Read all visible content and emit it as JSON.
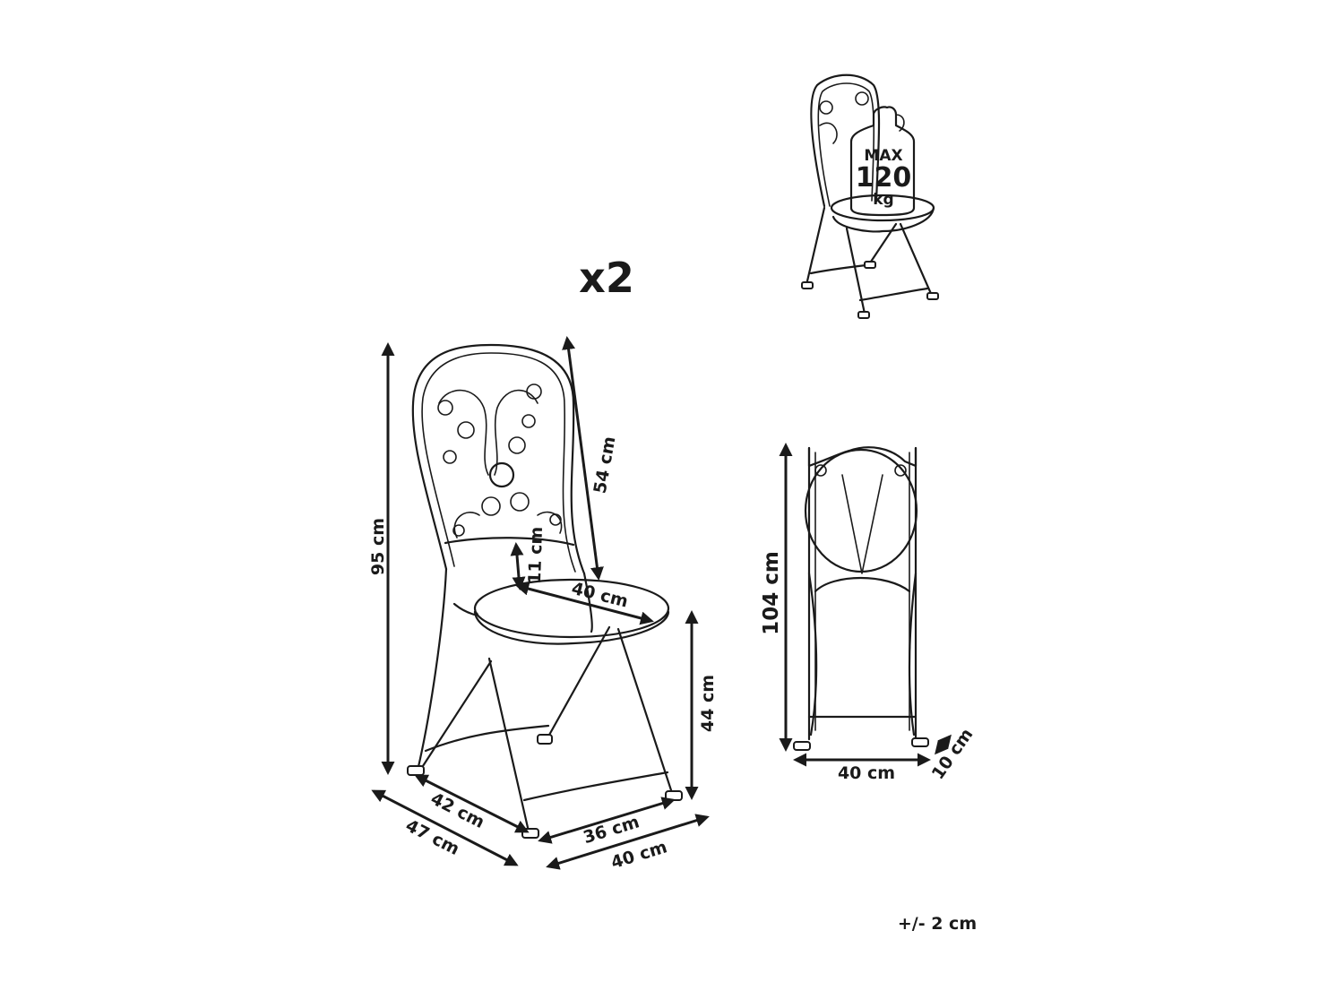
{
  "quantity": "x2",
  "tolerance": "+/- 2 cm",
  "max_load": {
    "line1": "MAX",
    "line2": "120",
    "line3": "kg"
  },
  "dimensions": {
    "total_height": "95 cm",
    "backrest_height": "54 cm",
    "backrest_gap": "11 cm",
    "seat_diameter": "40 cm",
    "seat_height": "44 cm",
    "base_depth_inner": "42 cm",
    "base_depth_outer": "47 cm",
    "base_width_inner": "36 cm",
    "base_width_outer": "40 cm",
    "folded_height": "104 cm",
    "folded_width": "40 cm",
    "folded_depth": "10 cm"
  }
}
